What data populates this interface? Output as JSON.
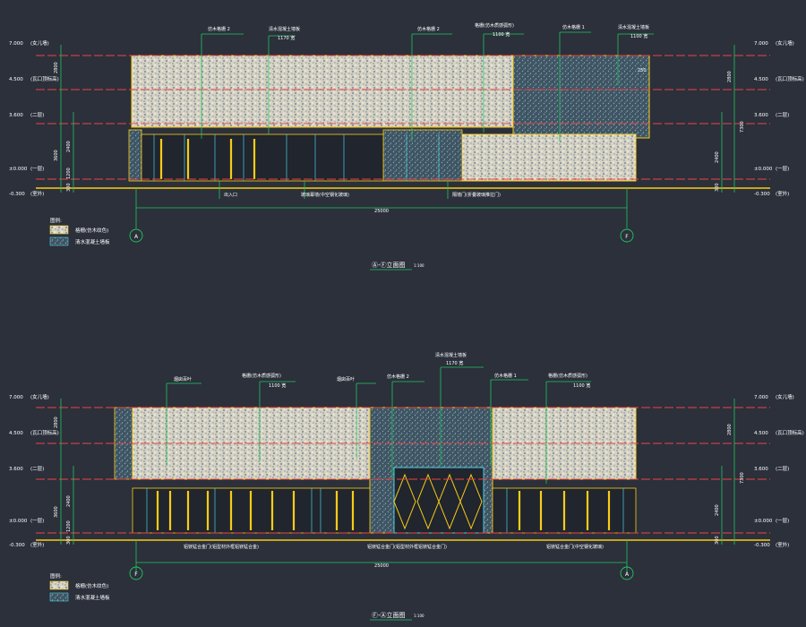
{
  "colors": {
    "background": "#2b303b",
    "dimension": "#22c55e",
    "level_line": "#ef4444",
    "wall_outline": "#facc15",
    "glass": "#4dd0e1",
    "tile": "#ecefd0",
    "concrete": "#37474f",
    "label": "#ffffff"
  },
  "levels": [
    {
      "value": "7.000",
      "label": "(女儿墙)"
    },
    {
      "value": "4.500",
      "label": "(瓦口顶标高)"
    },
    {
      "value": "3.600",
      "label": "(二层)"
    },
    {
      "value": "±0.000",
      "label": "(一层)"
    },
    {
      "value": "-0.300",
      "label": "(室外)"
    }
  ],
  "elevation_1": {
    "title": "Ⓐ-Ⓕ立面图",
    "scale": "1:100",
    "overall_dim": "25000",
    "axis_left": "A",
    "axis_right": "F",
    "callouts_top": [
      "仿木格栅 2",
      "清水混凝土墙板",
      "1170 宽",
      "仿木格栅 2",
      "格栅(仿木质感弧形)",
      "1100 宽",
      "仿木格栅 1",
      "清水混凝土墙板",
      "1100 宽"
    ],
    "callouts_bottom": [
      "出入口",
      "玻璃幕墙(中空钢化玻璃)",
      "隔墙门(折叠玻璃推拉门)"
    ],
    "dims_left": [
      "2800",
      "3600",
      "2400",
      "1200",
      "300"
    ],
    "dims_right": [
      "250",
      "2800",
      "7300",
      "2400",
      "300"
    ]
  },
  "elevation_2": {
    "title": "Ⓕ-Ⓐ立面图",
    "scale": "1:100",
    "overall_dim": "25000",
    "axis_left": "F",
    "axis_right": "A",
    "callouts_top": [
      "烟囱百叶",
      "格栅(仿木质感弧形)",
      "1100 宽",
      "烟囱百叶",
      "仿木格栅 2",
      "清水混凝土墙板",
      "1170 宽",
      "仿木格栅 1",
      "格栅(仿木质感弧形)",
      "1100 宽"
    ],
    "callouts_bottom": [
      "铝镁锰合金门(铝型材外框铝镁锰合金)",
      "铝镁锰合金门(铝型材外框铝镁锰合金门)",
      "铝镁锰合金门(中空钢化玻璃)"
    ],
    "dims_left": [
      "2800",
      "3600",
      "2400",
      "1200",
      "300"
    ],
    "dims_right": [
      "2800",
      "7300",
      "2400",
      "300"
    ]
  },
  "legend": {
    "heading": "图例:",
    "items": [
      {
        "swatch": "tile",
        "label": "格栅(仿木纹色)"
      },
      {
        "swatch": "concrete",
        "label": "清水混凝土墙板"
      }
    ]
  }
}
